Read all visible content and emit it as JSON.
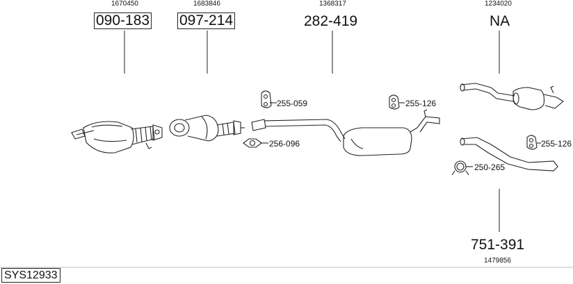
{
  "diagram": {
    "system_code": "SYS12933",
    "main_parts": [
      {
        "oe": "1670450",
        "part": "090-183",
        "boxed": true
      },
      {
        "oe": "1683846",
        "part": "097-214",
        "boxed": true
      },
      {
        "oe": "1368317",
        "part": "282-419",
        "boxed": false
      },
      {
        "oe": "1234020",
        "part": "NA",
        "boxed": false
      },
      {
        "oe": "1479856",
        "part": "751-391",
        "boxed": false
      }
    ],
    "accessories": [
      "255-059",
      "255-126",
      "256-096",
      "255-126",
      "250-265"
    ]
  }
}
